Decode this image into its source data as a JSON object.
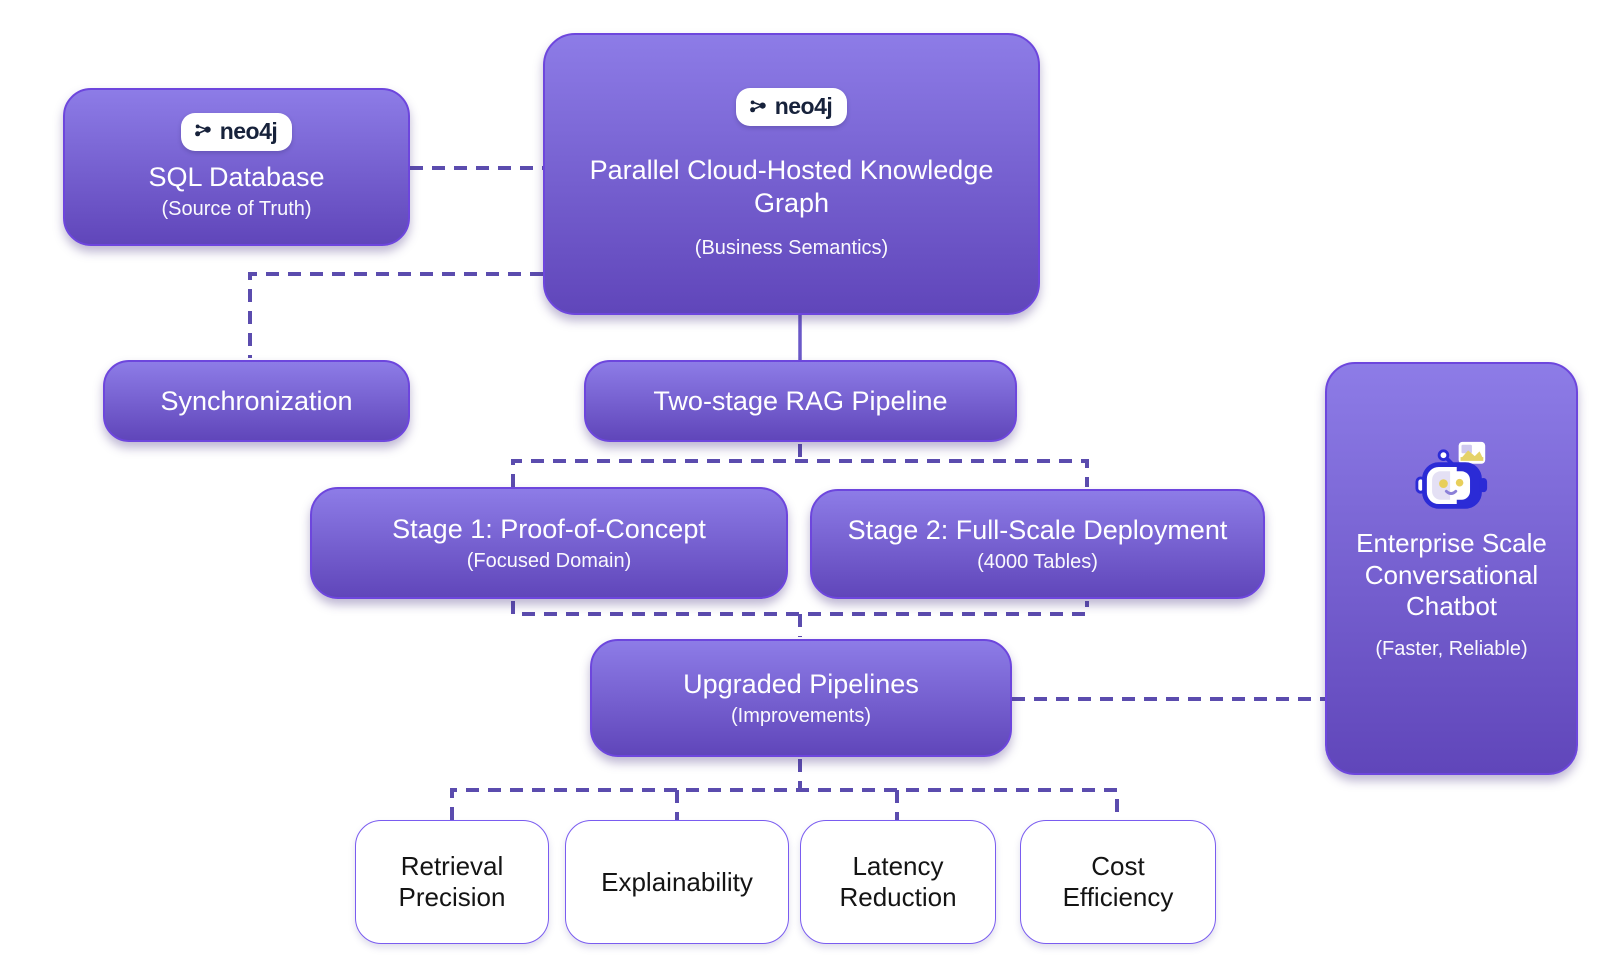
{
  "colors": {
    "boxTop": "#8d7ce7",
    "boxBottom": "#6046ba",
    "boxBorder": "#6d46dd",
    "dash": "#5b4cae",
    "solid": "#6a58c8",
    "textOnPurple": "#ffffff",
    "badgeBg": "#ffffff",
    "badgeText": "#17223b",
    "benefitBorder": "#7a5cf0",
    "benefitText": "#141414",
    "background": "#ffffff",
    "robotOutline": "#2b2bd6",
    "robotYellow": "#e8cf5a"
  },
  "badge": {
    "label": "neo4j"
  },
  "icons": {
    "neo4j_logo": "neo4j-logo-mark",
    "robot": "chatbot-robot-icon"
  },
  "nodes": {
    "sql": {
      "title": "SQL Database",
      "subtitle": "(Source of Truth)"
    },
    "knowledge_graph": {
      "title": "Parallel Cloud-Hosted Knowledge Graph",
      "subtitle": "(Business Semantics)"
    },
    "synchronization": {
      "title": "Synchronization"
    },
    "rag_pipeline": {
      "title": "Two-stage RAG Pipeline"
    },
    "stage1": {
      "title": "Stage 1: Proof-of-Concept",
      "subtitle": "(Focused Domain)"
    },
    "stage2": {
      "title": "Stage 2: Full-Scale Deployment",
      "subtitle": "(4000 Tables)"
    },
    "upgraded": {
      "title": "Upgraded Pipelines",
      "subtitle": "(Improvements)"
    },
    "chatbot": {
      "title": "Enterprise Scale Conversational Chatbot",
      "subtitle": "(Faster, Reliable)"
    }
  },
  "benefits": [
    {
      "label": "Retrieval Precision"
    },
    {
      "label": "Explainability"
    },
    {
      "label": "Latency Reduction"
    },
    {
      "label": "Cost Efficiency"
    }
  ]
}
